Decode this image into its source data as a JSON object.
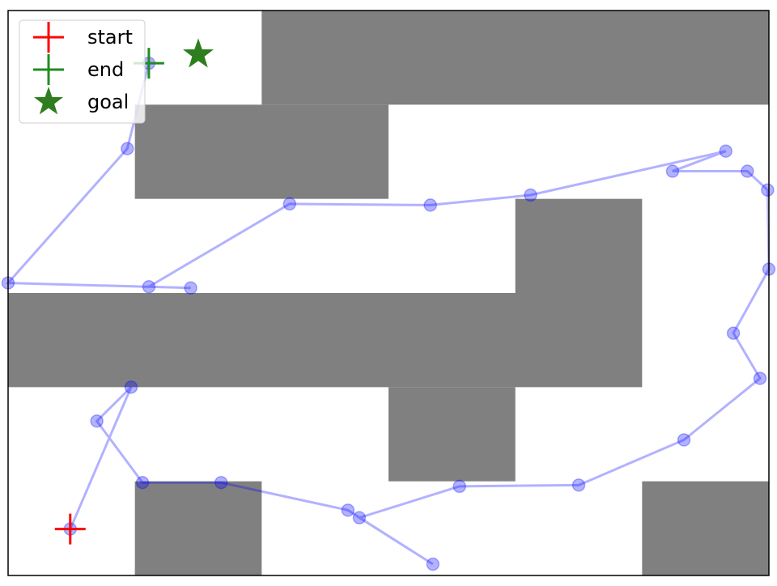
{
  "chart_data": {
    "type": "scatter",
    "title": "",
    "xlabel": "",
    "ylabel": "",
    "xlim": [
      0,
      6
    ],
    "ylim": [
      0,
      4.5
    ],
    "axes_visible": false,
    "grid": false,
    "obstacles": [
      {
        "x0": 2.0,
        "x1": 6.0,
        "y0": 3.75,
        "y1": 4.5
      },
      {
        "x0": 1.0,
        "x1": 3.0,
        "y0": 3.0,
        "y1": 3.75
      },
      {
        "x0": 0.0,
        "x1": 5.0,
        "y0": 1.5,
        "y1": 2.25
      },
      {
        "x0": 4.0,
        "x1": 5.0,
        "y0": 2.25,
        "y1": 3.0
      },
      {
        "x0": 3.0,
        "x1": 4.0,
        "y0": 0.75,
        "y1": 1.5
      },
      {
        "x0": 1.0,
        "x1": 2.0,
        "y0": 0.0,
        "y1": 0.75
      },
      {
        "x0": 5.0,
        "x1": 6.0,
        "y0": 0.0,
        "y1": 0.75
      }
    ],
    "obstacle_color": "#808080",
    "path_color": "#0000ff",
    "path": [
      {
        "x": 0.49,
        "y": 0.37
      },
      {
        "x": 0.97,
        "y": 1.5
      },
      {
        "x": 0.7,
        "y": 1.23
      },
      {
        "x": 1.06,
        "y": 0.74
      },
      {
        "x": 1.68,
        "y": 0.74
      },
      {
        "x": 2.68,
        "y": 0.52
      },
      {
        "x": 3.35,
        "y": 0.09
      },
      {
        "x": 2.77,
        "y": 0.46
      },
      {
        "x": 3.56,
        "y": 0.71
      },
      {
        "x": 4.5,
        "y": 0.72
      },
      {
        "x": 5.33,
        "y": 1.08
      },
      {
        "x": 5.93,
        "y": 1.57
      },
      {
        "x": 5.72,
        "y": 1.93
      },
      {
        "x": 6.0,
        "y": 2.44
      },
      {
        "x": 5.99,
        "y": 3.07
      },
      {
        "x": 5.83,
        "y": 3.22
      },
      {
        "x": 5.24,
        "y": 3.22
      },
      {
        "x": 5.66,
        "y": 3.38
      },
      {
        "x": 4.12,
        "y": 3.03
      },
      {
        "x": 3.33,
        "y": 2.95
      },
      {
        "x": 2.22,
        "y": 2.96
      },
      {
        "x": 1.11,
        "y": 2.3
      },
      {
        "x": 1.44,
        "y": 2.29
      },
      {
        "x": 0.0,
        "y": 2.33
      },
      {
        "x": 0.94,
        "y": 3.4
      },
      {
        "x": 1.11,
        "y": 4.08
      }
    ],
    "start": {
      "x": 0.49,
      "y": 0.37,
      "color": "#ff0000"
    },
    "end": {
      "x": 1.11,
      "y": 4.08,
      "color": "#228b22"
    },
    "goal": {
      "x": 1.5,
      "y": 4.15,
      "color": "#2e7d1e"
    },
    "legend": {
      "placement": "upper-left",
      "entries": [
        {
          "label": "start",
          "marker": "plus",
          "color": "#ff0000"
        },
        {
          "label": "end",
          "marker": "plus",
          "color": "#228b22"
        },
        {
          "label": "goal",
          "marker": "star",
          "color": "#2e7d1e"
        }
      ]
    }
  }
}
